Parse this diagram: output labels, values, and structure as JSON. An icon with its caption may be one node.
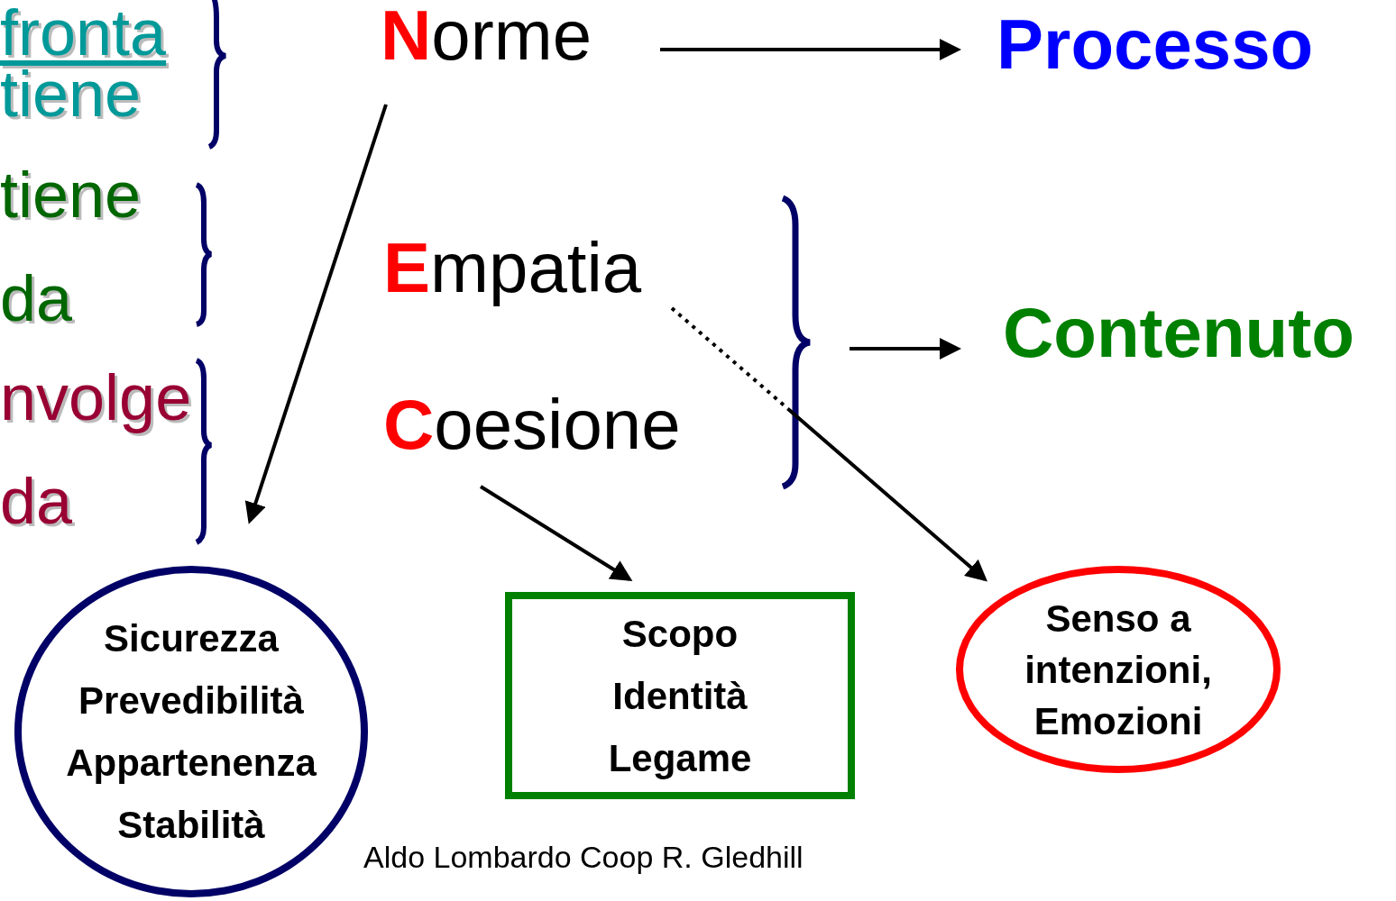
{
  "diagram": {
    "nodes": [
      {
        "text": [
          "Norme"
        ]
      },
      {
        "text": [
          "Processo"
        ]
      },
      {
        "text": [
          "Empatia"
        ]
      },
      {
        "text": [
          "Coesione"
        ]
      },
      {
        "text": [
          "Contenuto"
        ]
      },
      {
        "text": [
          "Sicurezza Prevedibilità Appartenenza Stabilità"
        ]
      },
      {
        "text": [
          "Scopo Identità Legame"
        ]
      },
      {
        "text": [
          "Senso a intenzioni, Emozioni"
        ]
      }
    ],
    "edges": [
      {
        "from": 0,
        "to": 1,
        "arrow": "to"
      },
      {
        "from": 0,
        "to": 5,
        "arrow": "to"
      },
      {
        "from": 2,
        "to": 7,
        "arrow": "to",
        "style": "dashed"
      },
      {
        "from": null,
        "to": 4,
        "arrow": "to"
      },
      {
        "from": 3,
        "to": 6,
        "arrow": "to"
      }
    ],
    "labels": [
      "fronta",
      "tiene",
      "tiene",
      "da",
      "nvolge",
      "da",
      "Aldo Lombardo Coop R. Gledhill"
    ]
  }
}
